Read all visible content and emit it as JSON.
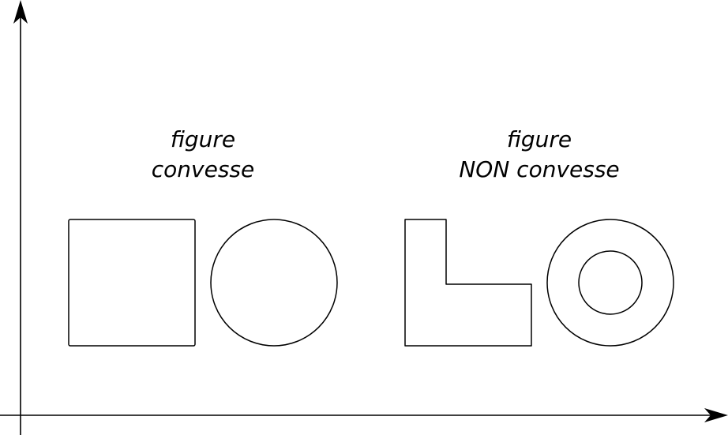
{
  "labels": {
    "convex": {
      "line1": "figure",
      "line2": "convesse"
    },
    "nonconvex": {
      "line1": "figure",
      "line2": "NON convesse"
    }
  },
  "shapes": [
    {
      "kind": "square",
      "convex": true
    },
    {
      "kind": "circle",
      "convex": true
    },
    {
      "kind": "l-shape",
      "convex": false
    },
    {
      "kind": "ring",
      "convex": false
    }
  ],
  "colors": {
    "stroke": "#000000",
    "background": "#ffffff"
  }
}
